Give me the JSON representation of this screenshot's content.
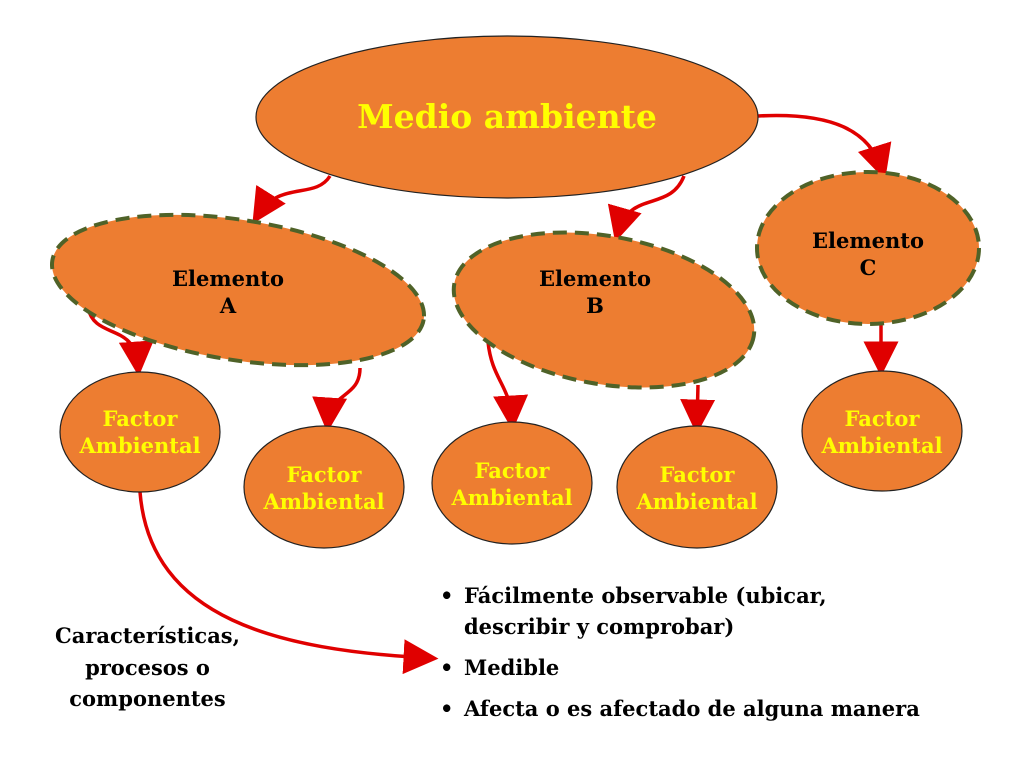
{
  "colors": {
    "node_fill": "#ED7D31",
    "dashed_outline": "#4F6228",
    "arrow": "#E00000",
    "title_text": "#FFFF00",
    "factor_text": "#FFFF00"
  },
  "diagram": {
    "root": {
      "label": "Medio ambiente"
    },
    "elements": [
      {
        "line1": "Elemento",
        "line2": "A"
      },
      {
        "line1": "Elemento",
        "line2": "B"
      },
      {
        "line1": "Elemento",
        "line2": "C"
      }
    ],
    "factors": [
      {
        "line1": "Factor",
        "line2": "Ambiental"
      },
      {
        "line1": "Factor",
        "line2": "Ambiental"
      },
      {
        "line1": "Factor",
        "line2": "Ambiental"
      },
      {
        "line1": "Factor",
        "line2": "Ambiental"
      },
      {
        "line1": "Factor",
        "line2": "Ambiental"
      }
    ]
  },
  "caption": {
    "line1": "Características,",
    "line2": "procesos o",
    "line3": "componentes"
  },
  "bullets": [
    {
      "line1": "Fácilmente observable (ubicar,",
      "line2": "describir y comprobar)"
    },
    {
      "line1": "Medible"
    },
    {
      "line1": "Afecta o es afectado de alguna manera"
    }
  ]
}
